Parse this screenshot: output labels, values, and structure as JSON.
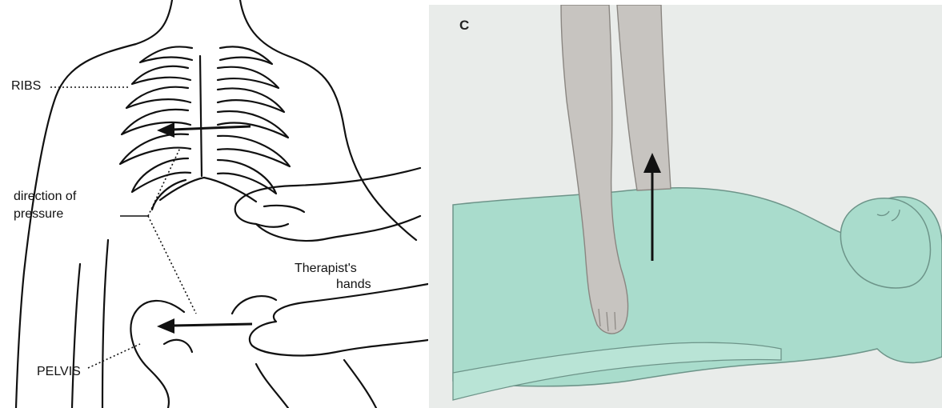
{
  "left_figure": {
    "labels": {
      "ribs": "RIBS",
      "direction_line1": "direction of",
      "direction_line2": "pressure",
      "therapist_line1": "Therapist's",
      "therapist_line2": "hands",
      "pelvis": "PELVIS"
    }
  },
  "right_figure": {
    "panel_letter": "C"
  },
  "colors": {
    "line_art": "#111111",
    "body_fill": "#a9dccc",
    "body_stroke": "#6d9489",
    "arm_fill": "#c7c4c0",
    "panel_bg": "#e9ecea"
  }
}
